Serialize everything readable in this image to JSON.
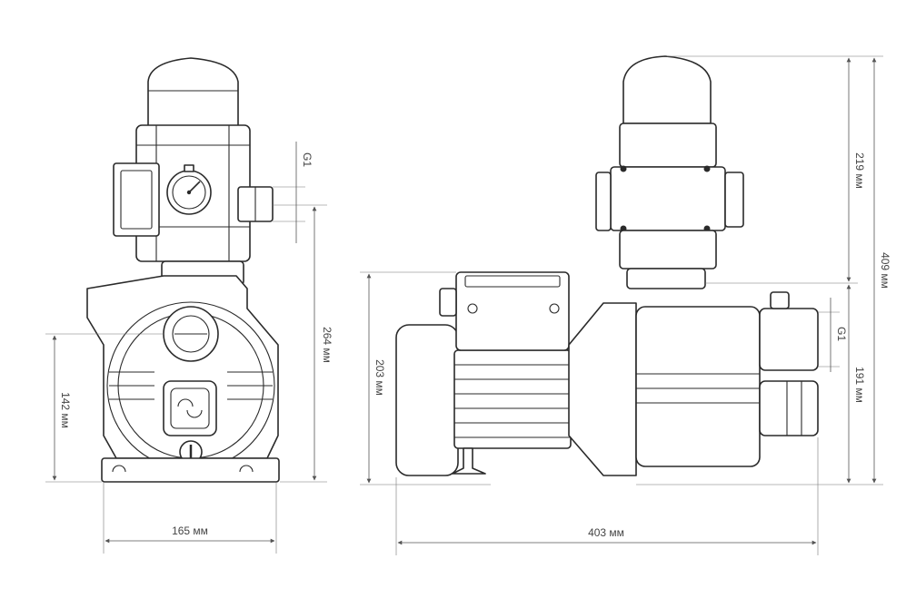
{
  "dimensions": {
    "front_width": "165 мм",
    "front_height_total": "264 мм",
    "front_height_inlet": "142 мм",
    "front_thread": "G1",
    "side_length": "403 мм",
    "side_height_motor": "203 мм",
    "side_height_switch": "219 мм",
    "side_height_total": "409 мм",
    "side_height_outlet": "191 мм",
    "side_thread": "G1"
  },
  "icons": {
    "gauge": "pressure-gauge-icon",
    "logo": "brand-logo-icon"
  },
  "colors": {
    "line": "#2a2a2a",
    "dimension": "#555555",
    "background": "#ffffff"
  }
}
